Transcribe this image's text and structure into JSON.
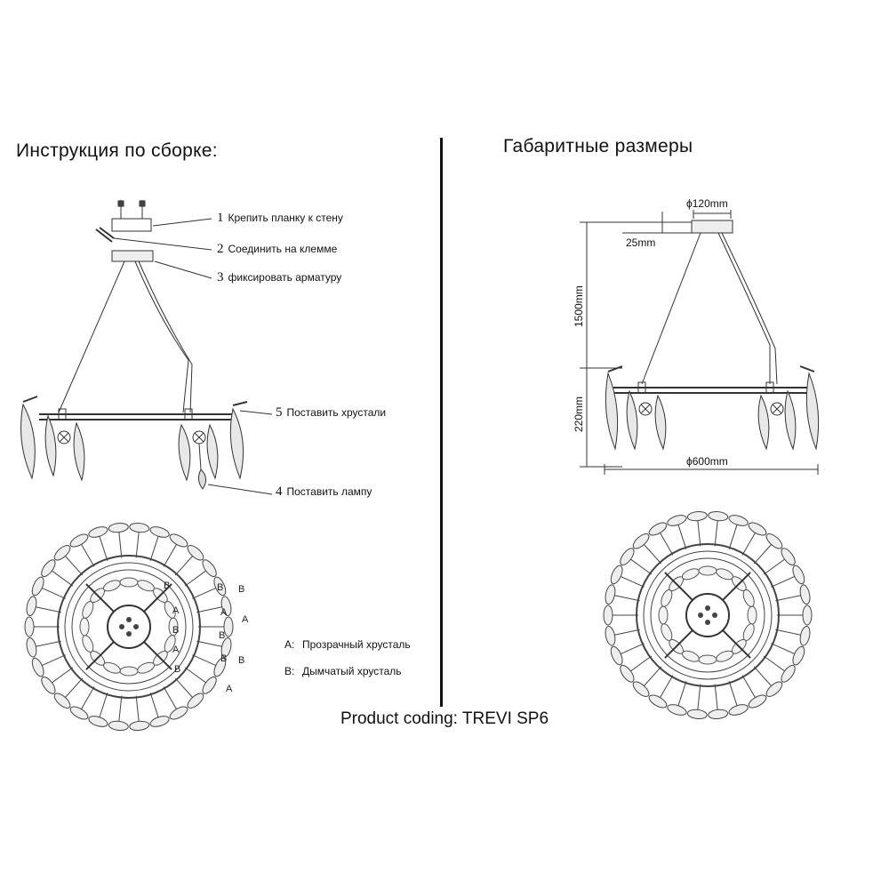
{
  "headings": {
    "assembly": "Инструкция по сборке:",
    "dimensions": "Габаритные размеры"
  },
  "steps": [
    {
      "num": "1",
      "text": "Крепить планку к стену"
    },
    {
      "num": "2",
      "text": "Соединить на клемме"
    },
    {
      "num": "3",
      "text": "фиксировать арматуру"
    },
    {
      "num": "5",
      "text": "Поставить хрустали"
    },
    {
      "num": "4",
      "text": "Поставить лампу"
    }
  ],
  "dimensions": {
    "canopy_diameter": "ϕ120mm",
    "canopy_height": "25mm",
    "suspension_length": "1500mm",
    "body_height": "220mm",
    "overall_diameter": "ϕ600mm"
  },
  "legend": [
    {
      "key": "A:",
      "text": "Прозрачный хрусталь"
    },
    {
      "key": "B:",
      "text": "Дымчатый хрусталь"
    }
  ],
  "crystal_marks": [
    "A",
    "B"
  ],
  "product_coding": "Product coding: TREVI SP6",
  "icons": [
    "screw-icon",
    "lamp-bulb-icon",
    "crystal-petal-icon"
  ]
}
